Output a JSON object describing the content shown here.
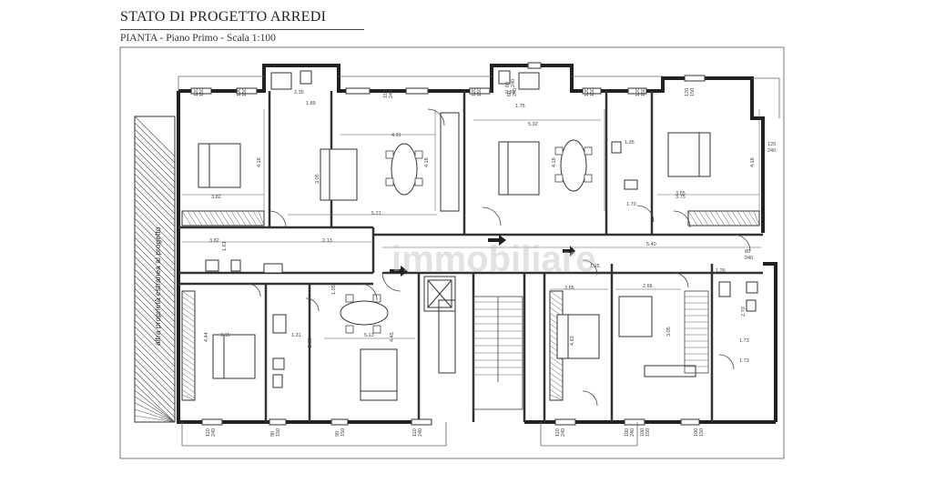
{
  "header": {
    "title": "STATO  DI PROGETTO ARREDI",
    "subtitle_prefix": "PIANTA",
    "subtitle_rest": " - Piano Primo - Scala 1:100"
  },
  "side_note": "altra proprietà estranea al progetto",
  "watermark": "immobiliare",
  "windows_top": [
    {
      "w": "120",
      "h": "150"
    },
    {
      "w": "120",
      "h": "150"
    },
    {
      "w": "150",
      "h": "240"
    },
    {
      "w": "120",
      "h": "150"
    },
    {
      "w": "120",
      "h": "150"
    },
    {
      "w": "60",
      "h": "240"
    },
    {
      "w": "120",
      "h": "150"
    },
    {
      "w": "120",
      "h": "150"
    },
    {
      "w": "60",
      "h": "240"
    }
  ],
  "windows_bottom": [
    {
      "w": "110",
      "h": "240"
    },
    {
      "w": "90",
      "h": "150"
    },
    {
      "w": "90",
      "h": "150"
    },
    {
      "w": "110",
      "h": "240"
    },
    {
      "w": "110",
      "h": "240"
    },
    {
      "w": "100",
      "h": "240"
    },
    {
      "w": "100",
      "h": "150"
    },
    {
      "w": "100",
      "h": "150"
    }
  ],
  "right_windows": [
    {
      "w": "120",
      "h": "240"
    },
    {
      "w": "80",
      "h": "240"
    }
  ],
  "room_dims": [
    "2.35",
    "1.89",
    "4.91",
    "5.21",
    "3.82",
    "3.82",
    "4.18",
    "3.05",
    "4.18",
    "2.35",
    "1.75",
    "5.32",
    "4.18",
    "1.35",
    "3.55",
    "3.75",
    "4.18",
    "1.70",
    "2.13",
    "1.61",
    "5.40",
    "1.15",
    "1.26",
    "1.05",
    "3.15",
    "1.31",
    "2.88",
    "4.45",
    "5.13",
    "4.44",
    "3.65",
    "2.66",
    "4.63",
    "3.05",
    "2.70",
    "1.73",
    "1.73"
  ]
}
